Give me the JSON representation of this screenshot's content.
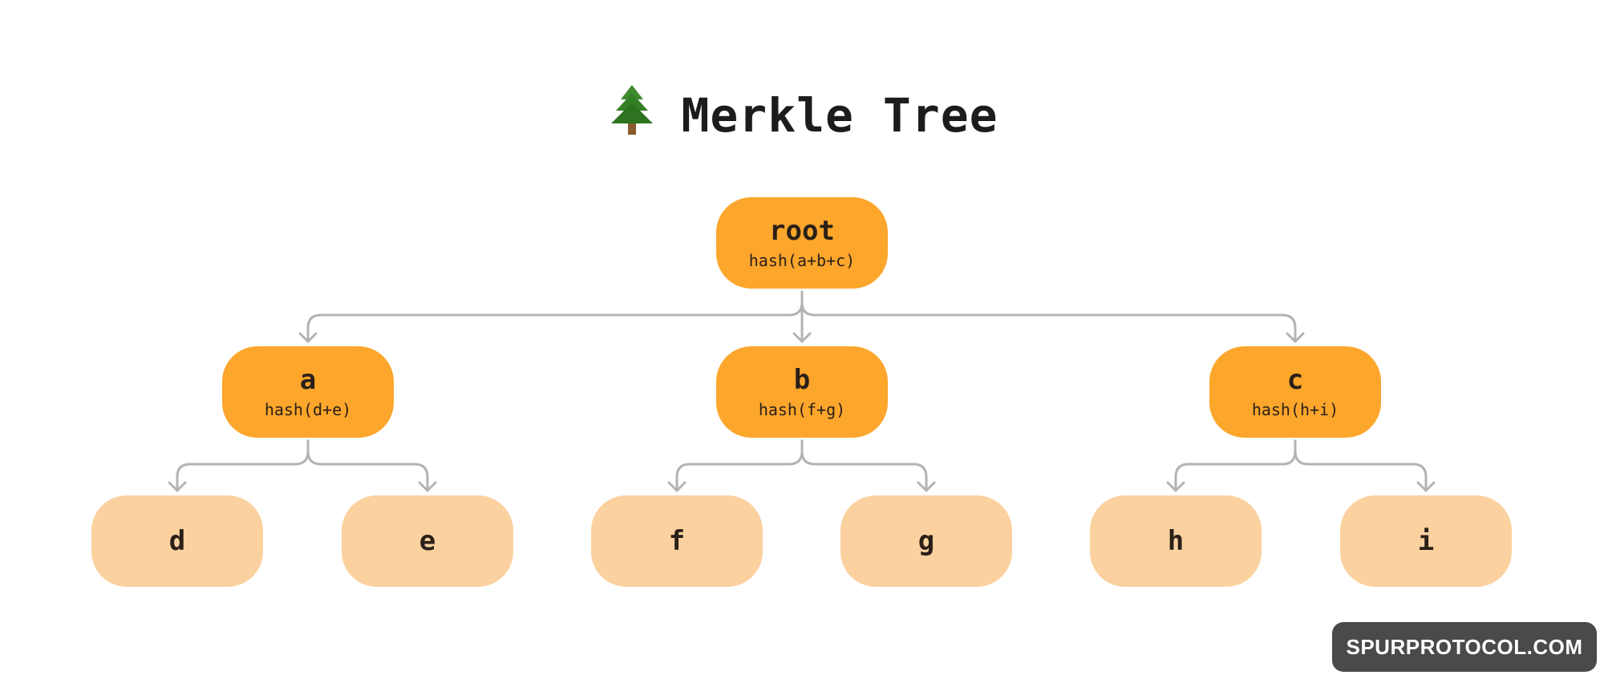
{
  "title": "Merkle Tree",
  "title_icon": "evergreen-tree-icon",
  "nodes": {
    "root": {
      "name": "root",
      "hash": "hash(a+b+c)"
    },
    "a": {
      "name": "a",
      "hash": "hash(d+e)"
    },
    "b": {
      "name": "b",
      "hash": "hash(f+g)"
    },
    "c": {
      "name": "c",
      "hash": "hash(h+i)"
    },
    "d": {
      "name": "d"
    },
    "e": {
      "name": "e"
    },
    "f": {
      "name": "f"
    },
    "g": {
      "name": "g"
    },
    "h": {
      "name": "h"
    },
    "i": {
      "name": "i"
    }
  },
  "edges": [
    [
      "root",
      "a"
    ],
    [
      "root",
      "b"
    ],
    [
      "root",
      "c"
    ],
    [
      "a",
      "d"
    ],
    [
      "a",
      "e"
    ],
    [
      "b",
      "f"
    ],
    [
      "b",
      "g"
    ],
    [
      "c",
      "h"
    ],
    [
      "c",
      "i"
    ]
  ],
  "colors": {
    "inner_node": "#fca62c",
    "leaf_node": "#fbd19f",
    "edge": "#b3b3b3",
    "badge": "#4a4a4a"
  },
  "watermark": "SPURPROTOCOL.COM"
}
